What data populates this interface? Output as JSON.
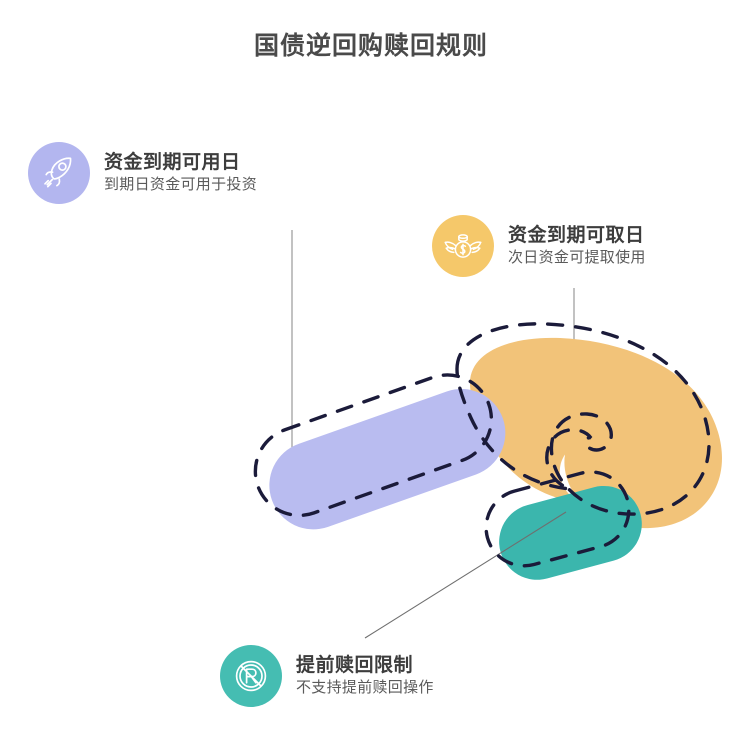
{
  "page": {
    "title": "国债逆回购赎回规则",
    "background_color": "#ffffff",
    "title_color": "#4a4a4a"
  },
  "palette": {
    "purple_fill": "#b9bcf0",
    "purple_badge": "#b3b6ef",
    "orange_fill": "#f2c379",
    "orange_badge": "#f5c86a",
    "teal_fill": "#3bb6ad",
    "teal_badge": "#45bdb2",
    "dash_outline": "#1b1b3a",
    "connector_line": "#8a8a8a",
    "heading_text": "#3d3d3d",
    "sub_text": "#5a5a5a",
    "icon_line": "#ffffff"
  },
  "labels": [
    {
      "key": "available",
      "heading": "资金到期可用日",
      "subtitle": "到期日资金可用于投资",
      "icon": "rocket-icon",
      "badge_color": "#b3b6ef"
    },
    {
      "key": "withdrawable",
      "heading": "资金到期可取日",
      "subtitle": "次日资金可提取使用",
      "icon": "winged-coin-icon",
      "badge_color": "#f5c86a"
    },
    {
      "key": "restriction",
      "heading": "提前赎回限制",
      "subtitle": "不支持提前赎回操作",
      "icon": "no-early-redemption-icon",
      "badge_color": "#45bdb2"
    }
  ],
  "shapes": [
    {
      "key": "purple-capsule",
      "fill": "#b9bcf0",
      "outline": "#1b1b3a",
      "outline_style": "dashed"
    },
    {
      "key": "orange-horseshoe",
      "fill": "#f2c379",
      "outline": "#1b1b3a",
      "outline_style": "dashed"
    },
    {
      "key": "teal-capsule",
      "fill": "#3bb6ad",
      "outline": "#1b1b3a",
      "outline_style": "dashed"
    }
  ],
  "connectors": [
    {
      "key": "purple-connector",
      "orientation": "vertical"
    },
    {
      "key": "orange-connector",
      "orientation": "vertical"
    },
    {
      "key": "teal-connector",
      "orientation": "diagonal"
    }
  ]
}
